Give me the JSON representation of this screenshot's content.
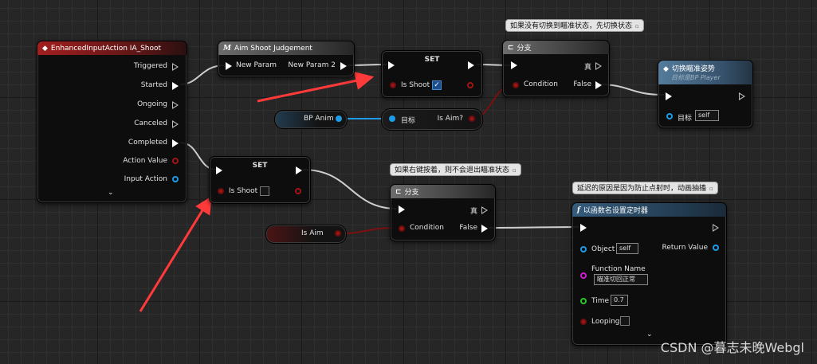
{
  "colors": {
    "exec": "#ffffff",
    "bool": "#a31414",
    "object": "#1e9be6",
    "arrow": "#ff3a3a",
    "event_header": "#a21f1f"
  },
  "enhanced_input": {
    "title": "EnhancedInputAction IA_Shoot",
    "outputs": [
      "Triggered",
      "Started",
      "Ongoing",
      "Canceled",
      "Completed",
      "Action Value",
      "Input Action"
    ]
  },
  "aim_shoot": {
    "title": "Aim Shoot Judgement",
    "input_label": "New Param",
    "output_label": "New Param 2"
  },
  "set_top": {
    "title": "SET",
    "var_label": "Is Shoot",
    "checked": true
  },
  "set_bottom": {
    "title": "SET",
    "var_label": "Is Shoot",
    "checked": false
  },
  "bp_anim": {
    "label": "BP Anim"
  },
  "is_aim_getter": {
    "target_label": "目标",
    "output_label": "Is Aim?"
  },
  "branch_top": {
    "comment": "如果没有切换到瞄准状态，先切换状态",
    "title": "分支",
    "true_label": "真",
    "condition_label": "Condition",
    "false_label": "False"
  },
  "switch_aim": {
    "title": "切换瞄准姿势",
    "subtitle": "目标是BP Player",
    "target_label": "目标",
    "target_value": "self"
  },
  "branch_bottom": {
    "comment": "如果右键按着，则不会退出瞄准状态",
    "title": "分支",
    "true_label": "真",
    "condition_label": "Condition",
    "false_label": "False"
  },
  "is_aim_var": {
    "label": "Is Aim"
  },
  "timer": {
    "comment": "延迟的原因是因为防止点射时，动画抽搐",
    "title": "以函数名设置定时器",
    "object_label": "Object",
    "object_value": "self",
    "return_label": "Return Value",
    "function_name_label": "Function Name",
    "function_name_value": "瞄准切回正常",
    "time_label": "Time",
    "time_value": "0.7",
    "looping_label": "Looping"
  },
  "watermark": "CSDN @暮志未晚Webgl"
}
